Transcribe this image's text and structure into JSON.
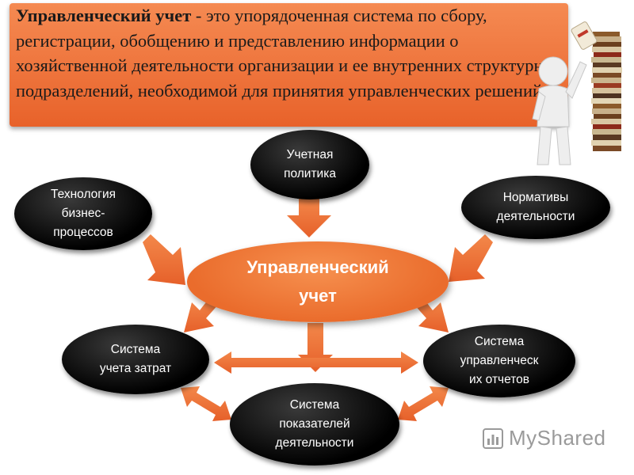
{
  "definition": {
    "term": "Управленческий учет",
    "rest": " - это упорядоченная система по сбору, регистрации, обобщению и представлению информации о хозяйственной деятельности организации и ее внутренних структурных подразделений, необходимой для принятия управленческих решений."
  },
  "center": {
    "line1": "Управленческий",
    "line2": "учет"
  },
  "nodes": {
    "policy": {
      "line1": "Учетная",
      "line2": "политика"
    },
    "tech": {
      "line1": "Технология",
      "line2": "бизнес-",
      "line3": "процессов"
    },
    "norms": {
      "line1": "Нормативы",
      "line2": "деятельности"
    },
    "costs": {
      "line1": "Система",
      "line2": "учета затрат"
    },
    "reports": {
      "line1": "Система",
      "line2": "управленческ",
      "line3": "их отчетов"
    },
    "indicators": {
      "line1": "Система",
      "line2": "показателей",
      "line3": "деятельности"
    }
  },
  "logo": {
    "text": "MyShared"
  },
  "colors": {
    "orange": "#ea6c2c",
    "node_fill": "#000000"
  }
}
